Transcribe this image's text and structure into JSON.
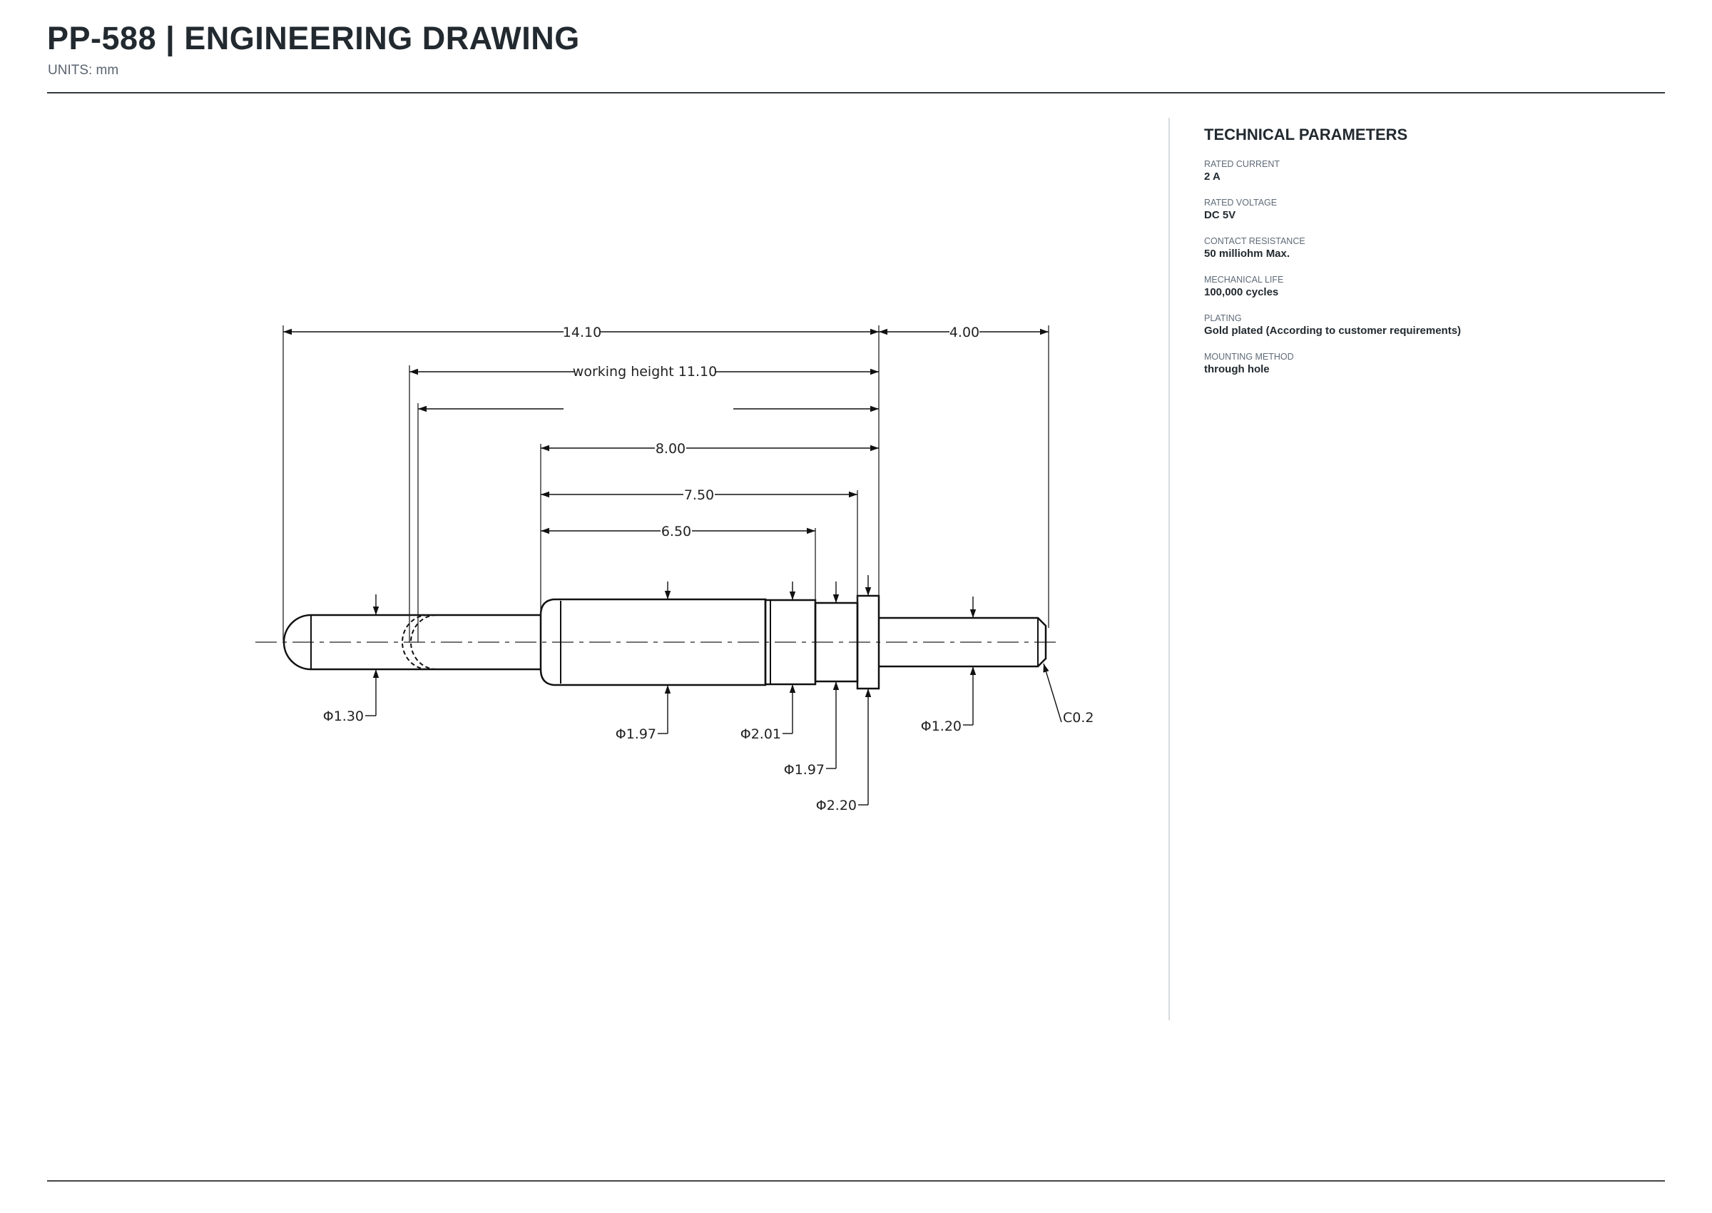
{
  "header": {
    "title": "PP-588  |  ENGINEERING DRAWING",
    "units": "UNITS: mm"
  },
  "params": {
    "heading": "TECHNICAL PARAMETERS",
    "items": [
      {
        "label": "RATED CURRENT",
        "value": "2 A"
      },
      {
        "label": "RATED VOLTAGE",
        "value": "DC 5V"
      },
      {
        "label": "CONTACT RESISTANCE",
        "value": "50 milliohm Max."
      },
      {
        "label": "MECHANICAL LIFE",
        "value": "100,000 cycles"
      },
      {
        "label": "PLATING",
        "value": "Gold plated (According to customer requirements)"
      },
      {
        "label": "MOUNTING METHOD",
        "value": "through hole"
      }
    ]
  },
  "drawing": {
    "dims": {
      "overall": "14.10",
      "tail": "4.00",
      "working": "working height 11.10",
      "d800": "8.00",
      "d750": "7.50",
      "d650": "6.50"
    },
    "diameters": {
      "plunger": "Φ1.30",
      "barrel": "Φ1.97",
      "ring": "Φ2.01",
      "neck": "Φ1.97",
      "flange": "Φ2.20",
      "tail": "Φ1.20",
      "chamfer": "C0.2"
    }
  }
}
